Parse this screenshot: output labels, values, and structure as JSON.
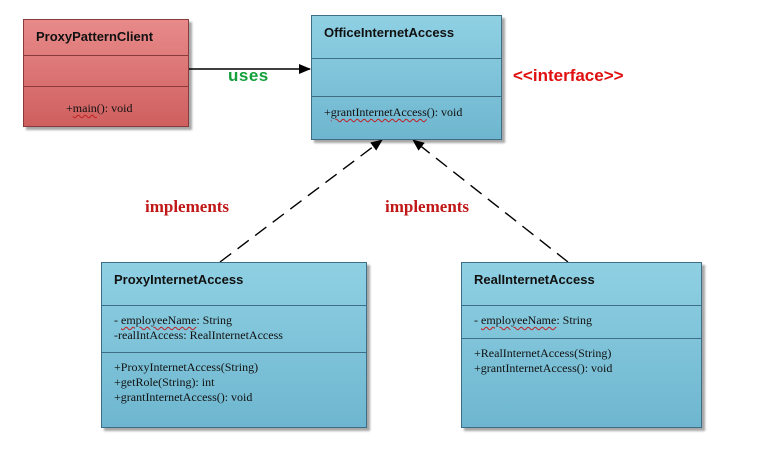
{
  "classes": {
    "client": {
      "name": "ProxyPatternClient",
      "methods": [
        {
          "pre": "+",
          "u": "main",
          "post": "(): void"
        }
      ]
    },
    "office": {
      "name": "OfficeInternetAccess",
      "methods": [
        {
          "pre": "+",
          "u": "grantInternetAccess",
          "post": "(): void"
        }
      ]
    },
    "proxy": {
      "name": "ProxyInternetAccess",
      "attributes": [
        {
          "pre": "- ",
          "u": "employeeName",
          "post": ": String"
        },
        {
          "pre": "-",
          "u": "",
          "post": "realIntAccess: RealInternetAccess"
        }
      ],
      "methods": [
        {
          "pre": "+",
          "u": "",
          "post": "ProxyInternetAccess(String)"
        },
        {
          "pre": "+",
          "u": "",
          "post": "getRole(String): int"
        },
        {
          "pre": "+",
          "u": "",
          "post": "grantInternetAccess(): void"
        }
      ]
    },
    "real": {
      "name": "RealInternetAccess",
      "attributes": [
        {
          "pre": "- ",
          "u": "employeeName",
          "post": ": String"
        }
      ],
      "methods": [
        {
          "pre": "+",
          "u": "",
          "post": "RealInternetAccess(String)"
        },
        {
          "pre": "+",
          "u": "",
          "post": "grantInternetAccess(): void"
        }
      ]
    }
  },
  "labels": {
    "uses": "uses",
    "interface": "<<interface>>",
    "implements_left": "implements",
    "implements_right": "implements"
  },
  "colors": {
    "class_fill": "#8fd0e3",
    "client_fill": "#e88a8a",
    "uses_label": "#14a03a",
    "interface_label": "#e01010",
    "implements_label": "#c01818"
  }
}
